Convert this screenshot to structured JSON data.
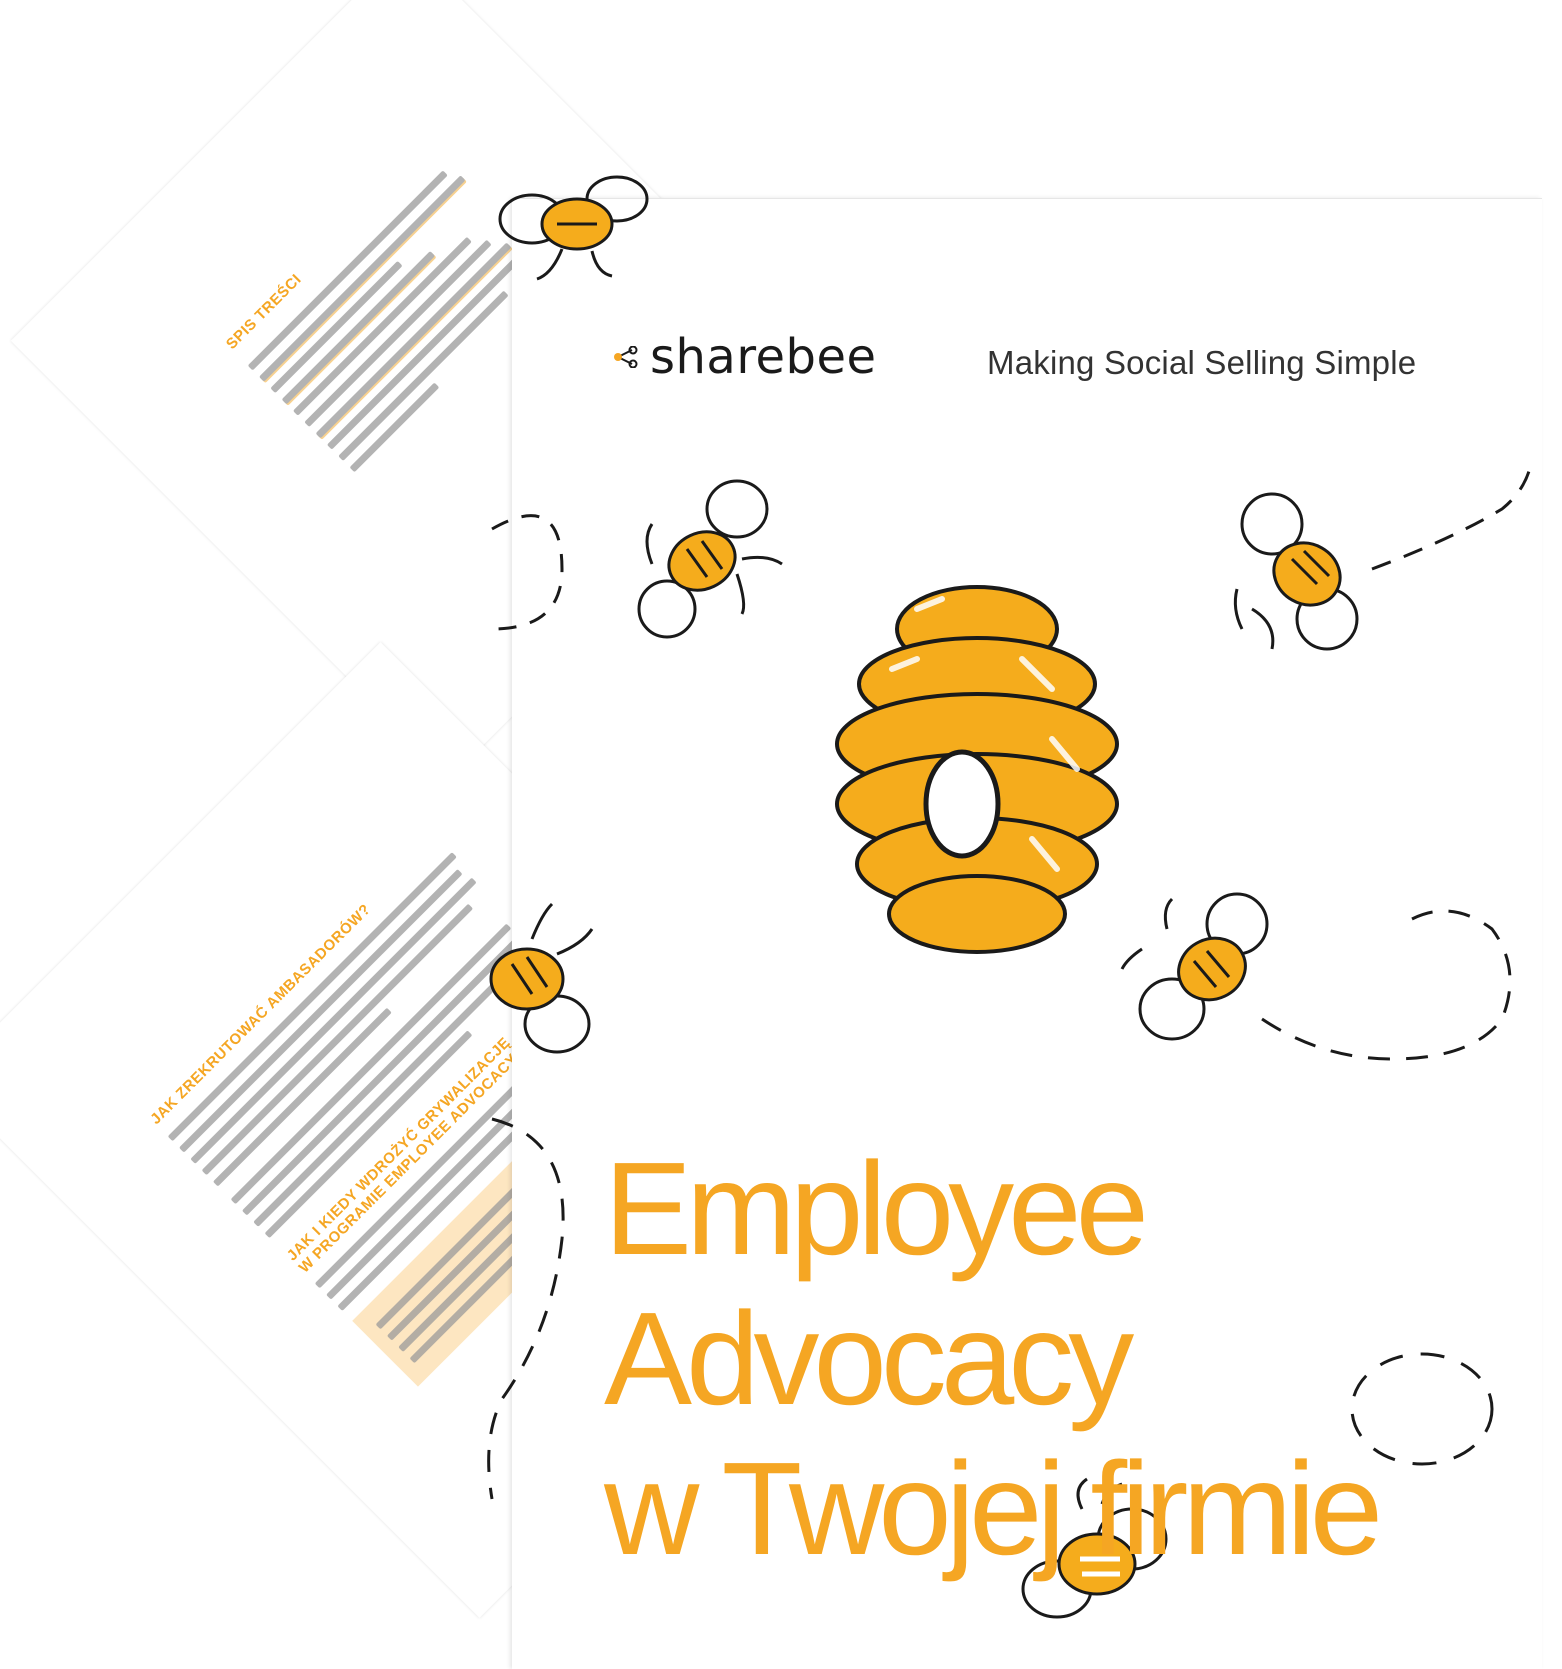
{
  "cover": {
    "brand": "sharebee",
    "tagline": "Making Social Selling Simple",
    "title_lines": [
      "Employee",
      "Advocacy",
      "w Twojej firmie"
    ]
  },
  "toc_page": {
    "heading": "SPIS TREŚCI"
  },
  "ambassador_page": {
    "heading1": "JAK ZREKRUTOWAĆ AMBASADORÓW?",
    "heading2_line1": "JAK I KIEDY WDROŻYĆ GRYWALIZACJĘ",
    "heading2_line2": "W PROGRAMIE EMPLOYEE ADVOCACY"
  },
  "colors": {
    "accent": "#f5a623",
    "text_dark": "#1a1a1a",
    "highlight": "#fde6c1"
  },
  "icons": [
    "sharebee-logo-icon",
    "bee-icon",
    "beehive-icon"
  ]
}
